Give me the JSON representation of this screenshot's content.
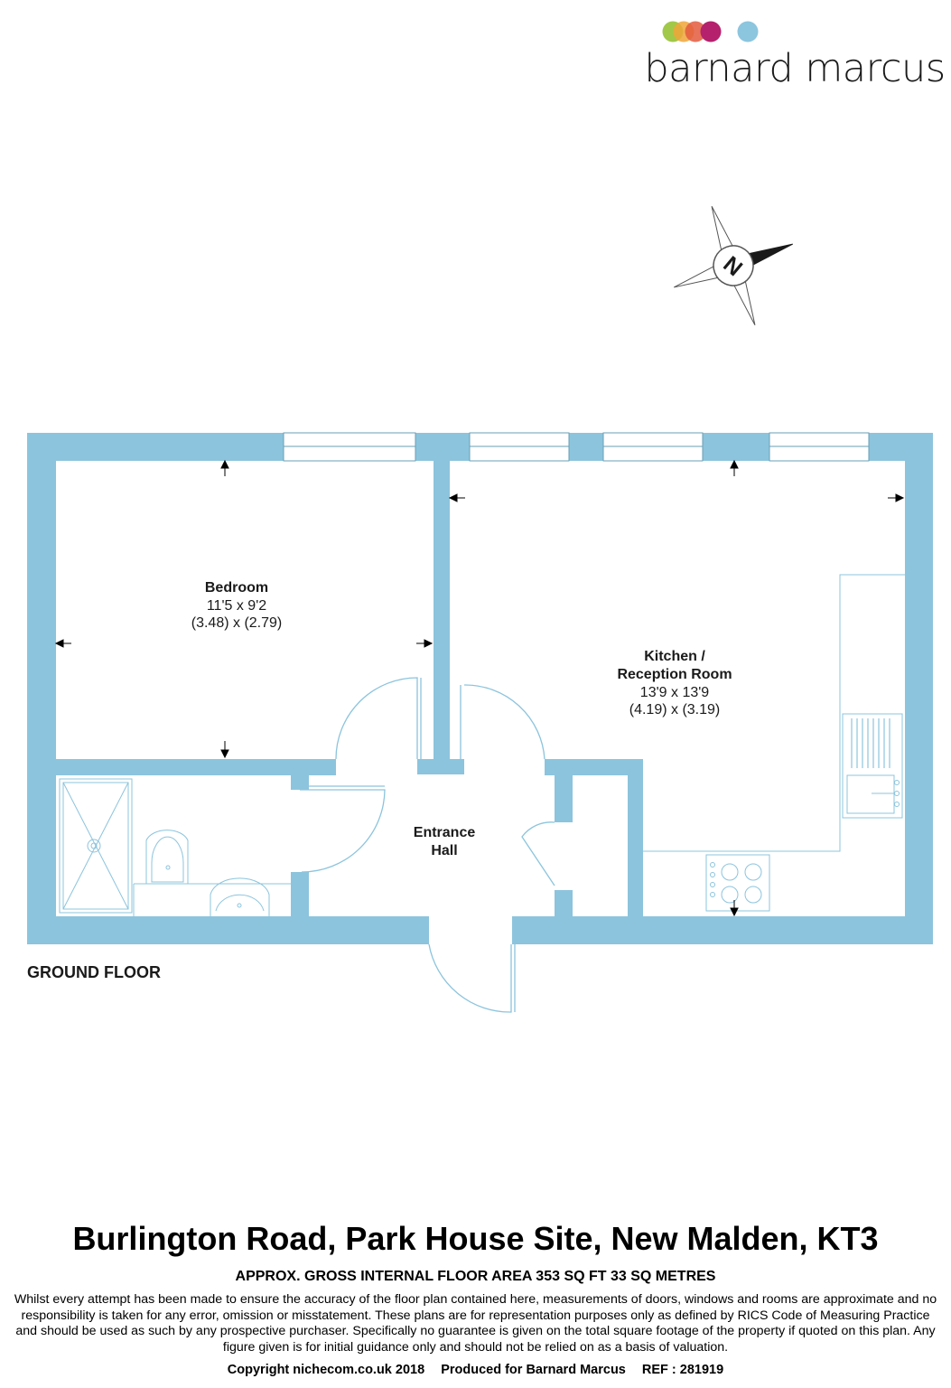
{
  "brand": {
    "name": "barnard marcus",
    "dot_colors": [
      "#9cc53f",
      "#f0a63a",
      "#e35a3e",
      "#b5216d",
      "#8cc5de"
    ]
  },
  "compass": {
    "label": "N",
    "icon": "north-compass-icon"
  },
  "floor": {
    "label": "GROUND FLOOR"
  },
  "rooms": {
    "bedroom": {
      "name": "Bedroom",
      "dims_imperial": "11'5 x 9'2",
      "dims_metric": "(3.48) x (2.79)"
    },
    "kitchen": {
      "name_line1": "Kitchen /",
      "name_line2": "Reception Room",
      "dims_imperial": "13'9 x 13'9",
      "dims_metric": "(4.19) x (3.19)"
    },
    "hall": {
      "name_line1": "Entrance",
      "name_line2": "Hall"
    }
  },
  "colors": {
    "wall": "#8cc4dd",
    "fixture_line": "#8cc4dd"
  },
  "footer": {
    "address": "Burlington Road, Park House Site, New Malden, KT3",
    "area": "APPROX. GROSS INTERNAL FLOOR AREA 353 SQ FT 33 SQ METRES",
    "disclaimer": "Whilst every attempt has been made to ensure the accuracy of the floor plan contained here, measurements of doors, windows and rooms are approximate and no responsibility is taken for any error, omission or misstatement. These plans are for representation purposes only as defined by RICS Code of Measuring Practice and should be used as such by any prospective purchaser.  Specifically no guarantee is given on the total square footage of the property if quoted on this plan. Any figure given is for initial guidance only and should not be relied on as a basis of valuation.",
    "copyright": "Copyright nichecom.co.uk 2018",
    "produced": "Produced for Barnard Marcus",
    "ref": "REF : 281919"
  }
}
